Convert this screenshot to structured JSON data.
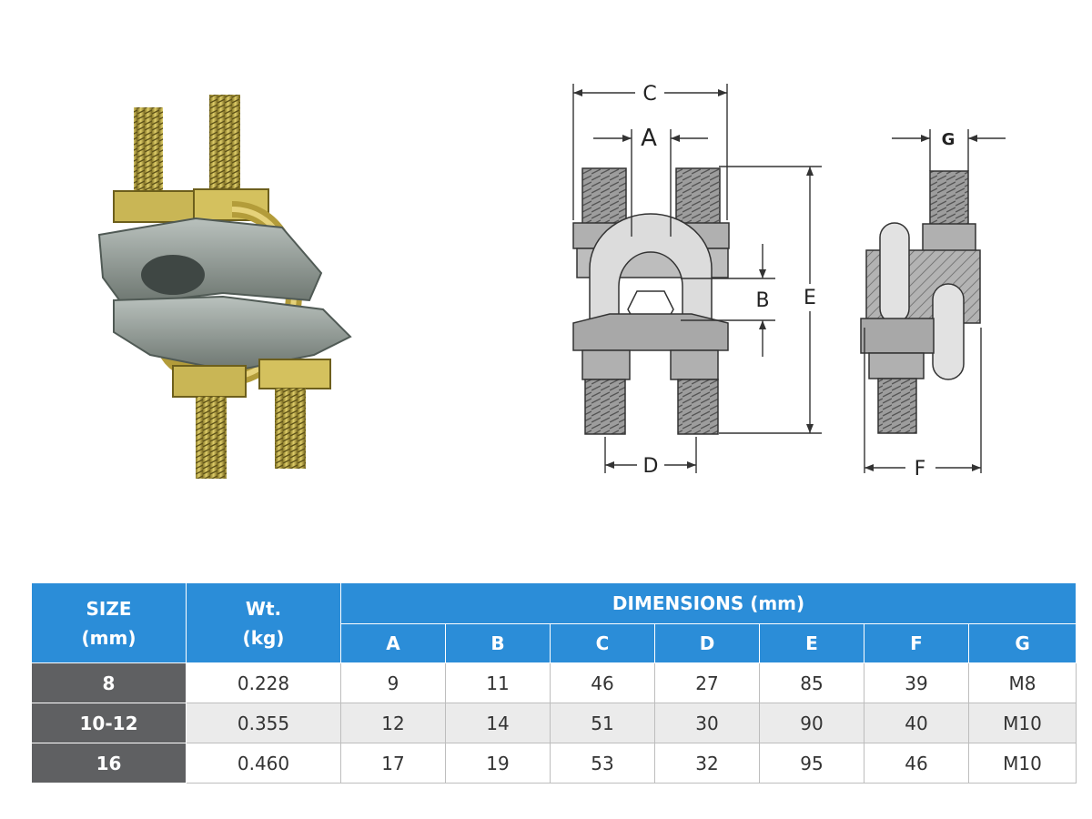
{
  "diagram_labels": {
    "a": "A",
    "b": "B",
    "c": "C",
    "d": "D",
    "e": "E",
    "f": "F",
    "g": "G"
  },
  "table": {
    "header": {
      "size_line1": "SIZE",
      "size_line2": "(mm)",
      "wt_line1": "Wt.",
      "wt_line2": "(kg)",
      "dimensions": "DIMENSIONS (mm)",
      "cols": [
        "A",
        "B",
        "C",
        "D",
        "E",
        "F",
        "G"
      ]
    },
    "rows": [
      {
        "size": "8",
        "wt": "0.228",
        "dims": [
          "9",
          "11",
          "46",
          "27",
          "85",
          "39",
          "M8"
        ]
      },
      {
        "size": "10-12",
        "wt": "0.355",
        "dims": [
          "12",
          "14",
          "51",
          "30",
          "90",
          "40",
          "M10"
        ]
      },
      {
        "size": "16",
        "wt": "0.460",
        "dims": [
          "17",
          "19",
          "53",
          "32",
          "95",
          "46",
          "M10"
        ]
      }
    ]
  },
  "colors": {
    "header_blue": "#2b8dd8",
    "size_col_gray": "#5f6062",
    "alt_row": "#ebebeb"
  }
}
